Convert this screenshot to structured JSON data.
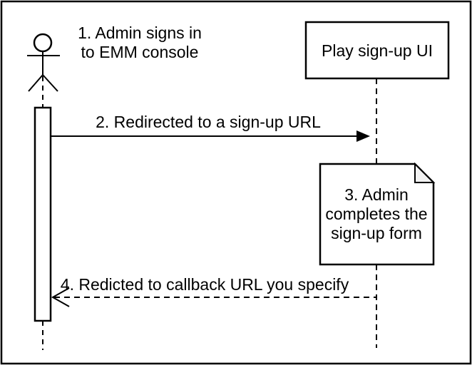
{
  "colors": {
    "stroke": "#000000",
    "background": "#ffffff",
    "note_fold": "#f2f2f2"
  },
  "actor": {
    "label_lines": [
      "1. Admin signs in",
      "to EMM console"
    ]
  },
  "play_signup_box": {
    "label": "Play sign-up UI"
  },
  "messages": {
    "redirect": {
      "label": "2. Redirected to a sign-up URL"
    },
    "callback": {
      "label": "4. Redicted to callback URL you specify"
    }
  },
  "note": {
    "lines": [
      "3. Admin",
      "completes the",
      "sign-up form"
    ]
  }
}
